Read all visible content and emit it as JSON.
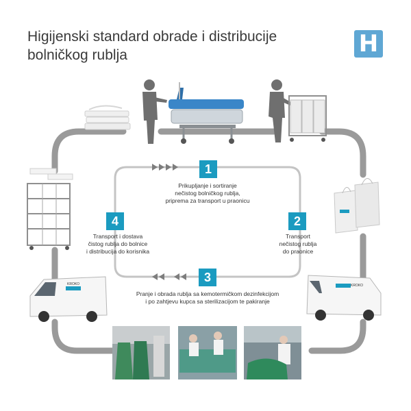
{
  "title": {
    "line1": "Higijenski standard obrade i distribucije",
    "line2": "bolničkog rublja"
  },
  "logo": {
    "letter": "H",
    "color": "#5fa7d4"
  },
  "accent_color": "#1b9bc0",
  "loop_color": "#9a9a9a",
  "steps": [
    {
      "number": "1",
      "lines": [
        "Prikupljanje i sortiranje",
        "nečistog bolničkog rublja,",
        "priprema za transport u praonicu"
      ]
    },
    {
      "number": "2",
      "lines": [
        "Transport",
        "nečistog rublja",
        "do praonice"
      ]
    },
    {
      "number": "3",
      "lines": [
        "Pranje i obrada rublja sa kemotermičkom dezinfekcijom",
        "i po zahtjevu kupca sa sterilizacijom te pakiranje"
      ]
    },
    {
      "number": "4",
      "lines": [
        "Transport i dostava",
        "čistog rublja do bolnice",
        "i distribucija do korisnika"
      ]
    }
  ],
  "van_brand": "KROKO"
}
